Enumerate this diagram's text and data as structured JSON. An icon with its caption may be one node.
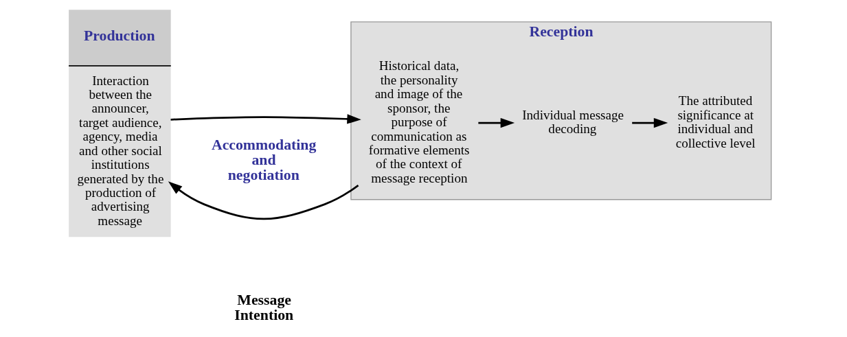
{
  "diagram": {
    "nodes": [
      {
        "text": [
          "Production",
          "Interaction between the announcer, target audience, agency, media and other social institutions generated by the production of advertising message"
        ]
      },
      {
        "text": [
          "Reception"
        ]
      },
      {
        "text": [
          "Historical data, the personality and image of the sponsor, the purpose of communication as formative elements of the context of message reception"
        ],
        "in": 1
      },
      {
        "text": [
          "Individual message decoding"
        ],
        "in": 1
      },
      {
        "text": [
          "The attributed significance at individual and collective level"
        ],
        "in": 1
      }
    ],
    "edges": [
      {
        "from": 0,
        "to": 2,
        "arrow": "to"
      },
      {
        "from": 2,
        "to": 0,
        "arrow": "to"
      },
      {
        "from": 2,
        "to": 3,
        "arrow": "to"
      },
      {
        "from": 3,
        "to": 4,
        "arrow": "to"
      }
    ],
    "labels": [
      "Accommodating and negotiation",
      "Message Intention"
    ]
  }
}
